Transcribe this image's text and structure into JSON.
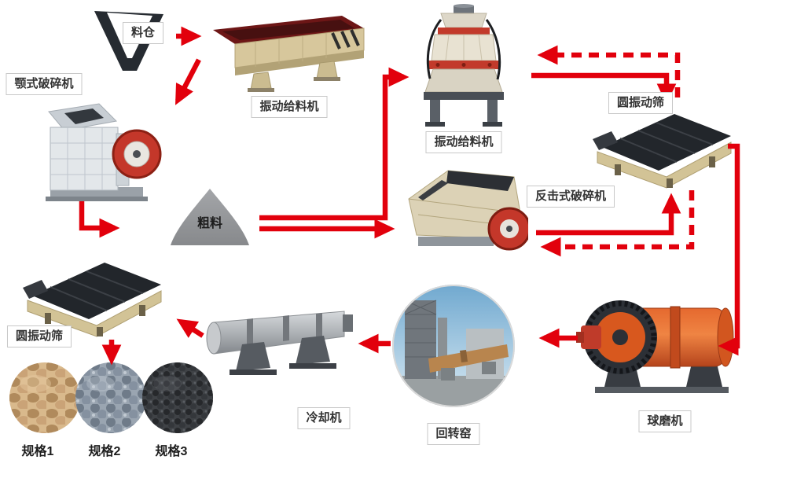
{
  "colors": {
    "arrow": "#e2000c",
    "label_text": "#333333",
    "label_border": "#c8c8c8"
  },
  "labels": {
    "silo": "料仓",
    "jaw_crusher": "颚式破碎机",
    "vibrating_feeder": "振动给料机",
    "coarse_material": "粗料",
    "cone_crusher": "振动给料机",
    "screen_right": "圆振动筛",
    "impact_crusher": "反击式破碎机",
    "ball_mill": "球磨机",
    "rotary_kiln": "回转窑",
    "cooler": "冷却机",
    "screen_left": "圆振动筛",
    "product_1": "规格1",
    "product_2": "规格2",
    "product_3": "规格3"
  }
}
